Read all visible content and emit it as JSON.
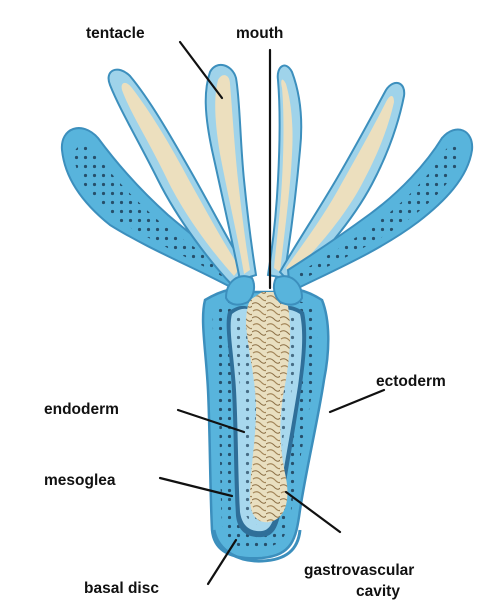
{
  "colors": {
    "background": "#ffffff",
    "ectoderm": "#58b4dc",
    "ectoderm_dark": "#3c8fbd",
    "endoderm": "#a8d8ee",
    "mesoglea": "#2f6f99",
    "cavity": "#e9dfc0",
    "food": "#a3865a",
    "cell_nuclei": "#1d3d57",
    "label_text": "#111111"
  },
  "labels": {
    "tentacle": "tentacle",
    "mouth": "mouth",
    "ectoderm": "ectoderm",
    "endoderm": "endoderm",
    "mesoglea": "mesoglea",
    "basal_disc": "basal disc",
    "gastrovascular_line1": "gastrovascular",
    "gastrovascular_line2": "cavity"
  }
}
